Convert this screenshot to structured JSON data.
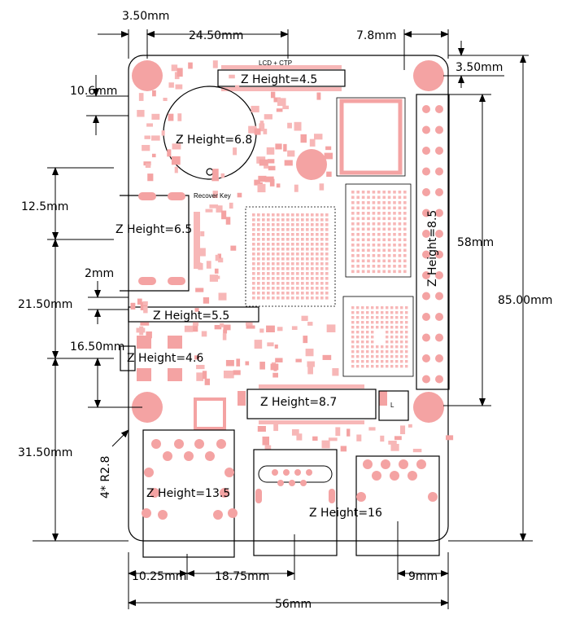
{
  "dimensions": {
    "top_left_offset": "3.50mm",
    "top_width": "24.50mm",
    "top_right": "7.8mm",
    "right_top_offset": "3.50mm",
    "left_upper": "10.6mm",
    "left_12_5": "12.5mm",
    "left_2": "2mm",
    "left_21_5": "21.50mm",
    "left_16_5": "16.50mm",
    "left_31_5": "31.50mm",
    "right_58": "58mm",
    "right_85": "85.00mm",
    "bottom_10_25": "10.25mm",
    "bottom_18_75": "18.75mm",
    "bottom_9": "9mm",
    "bottom_56": "56mm",
    "corner_radius_note": "4* R2.8"
  },
  "heights": {
    "lcd": "Z  Height=4.5",
    "battery": "Z  Height=6.8",
    "left_conn": "Z  Height=6.5",
    "mid_conn": "Z  Height=5.5",
    "usb_left": "Z  Height=4.6",
    "fpc": "Z  Height=8.7",
    "header": "Z  Height=8.5",
    "rj45": "Z  Height=13.5",
    "usb_stack": "Z  Height=16"
  },
  "silk": {
    "lcd_ctp": "LCD + CTP",
    "recover_key": "Recover Key"
  }
}
